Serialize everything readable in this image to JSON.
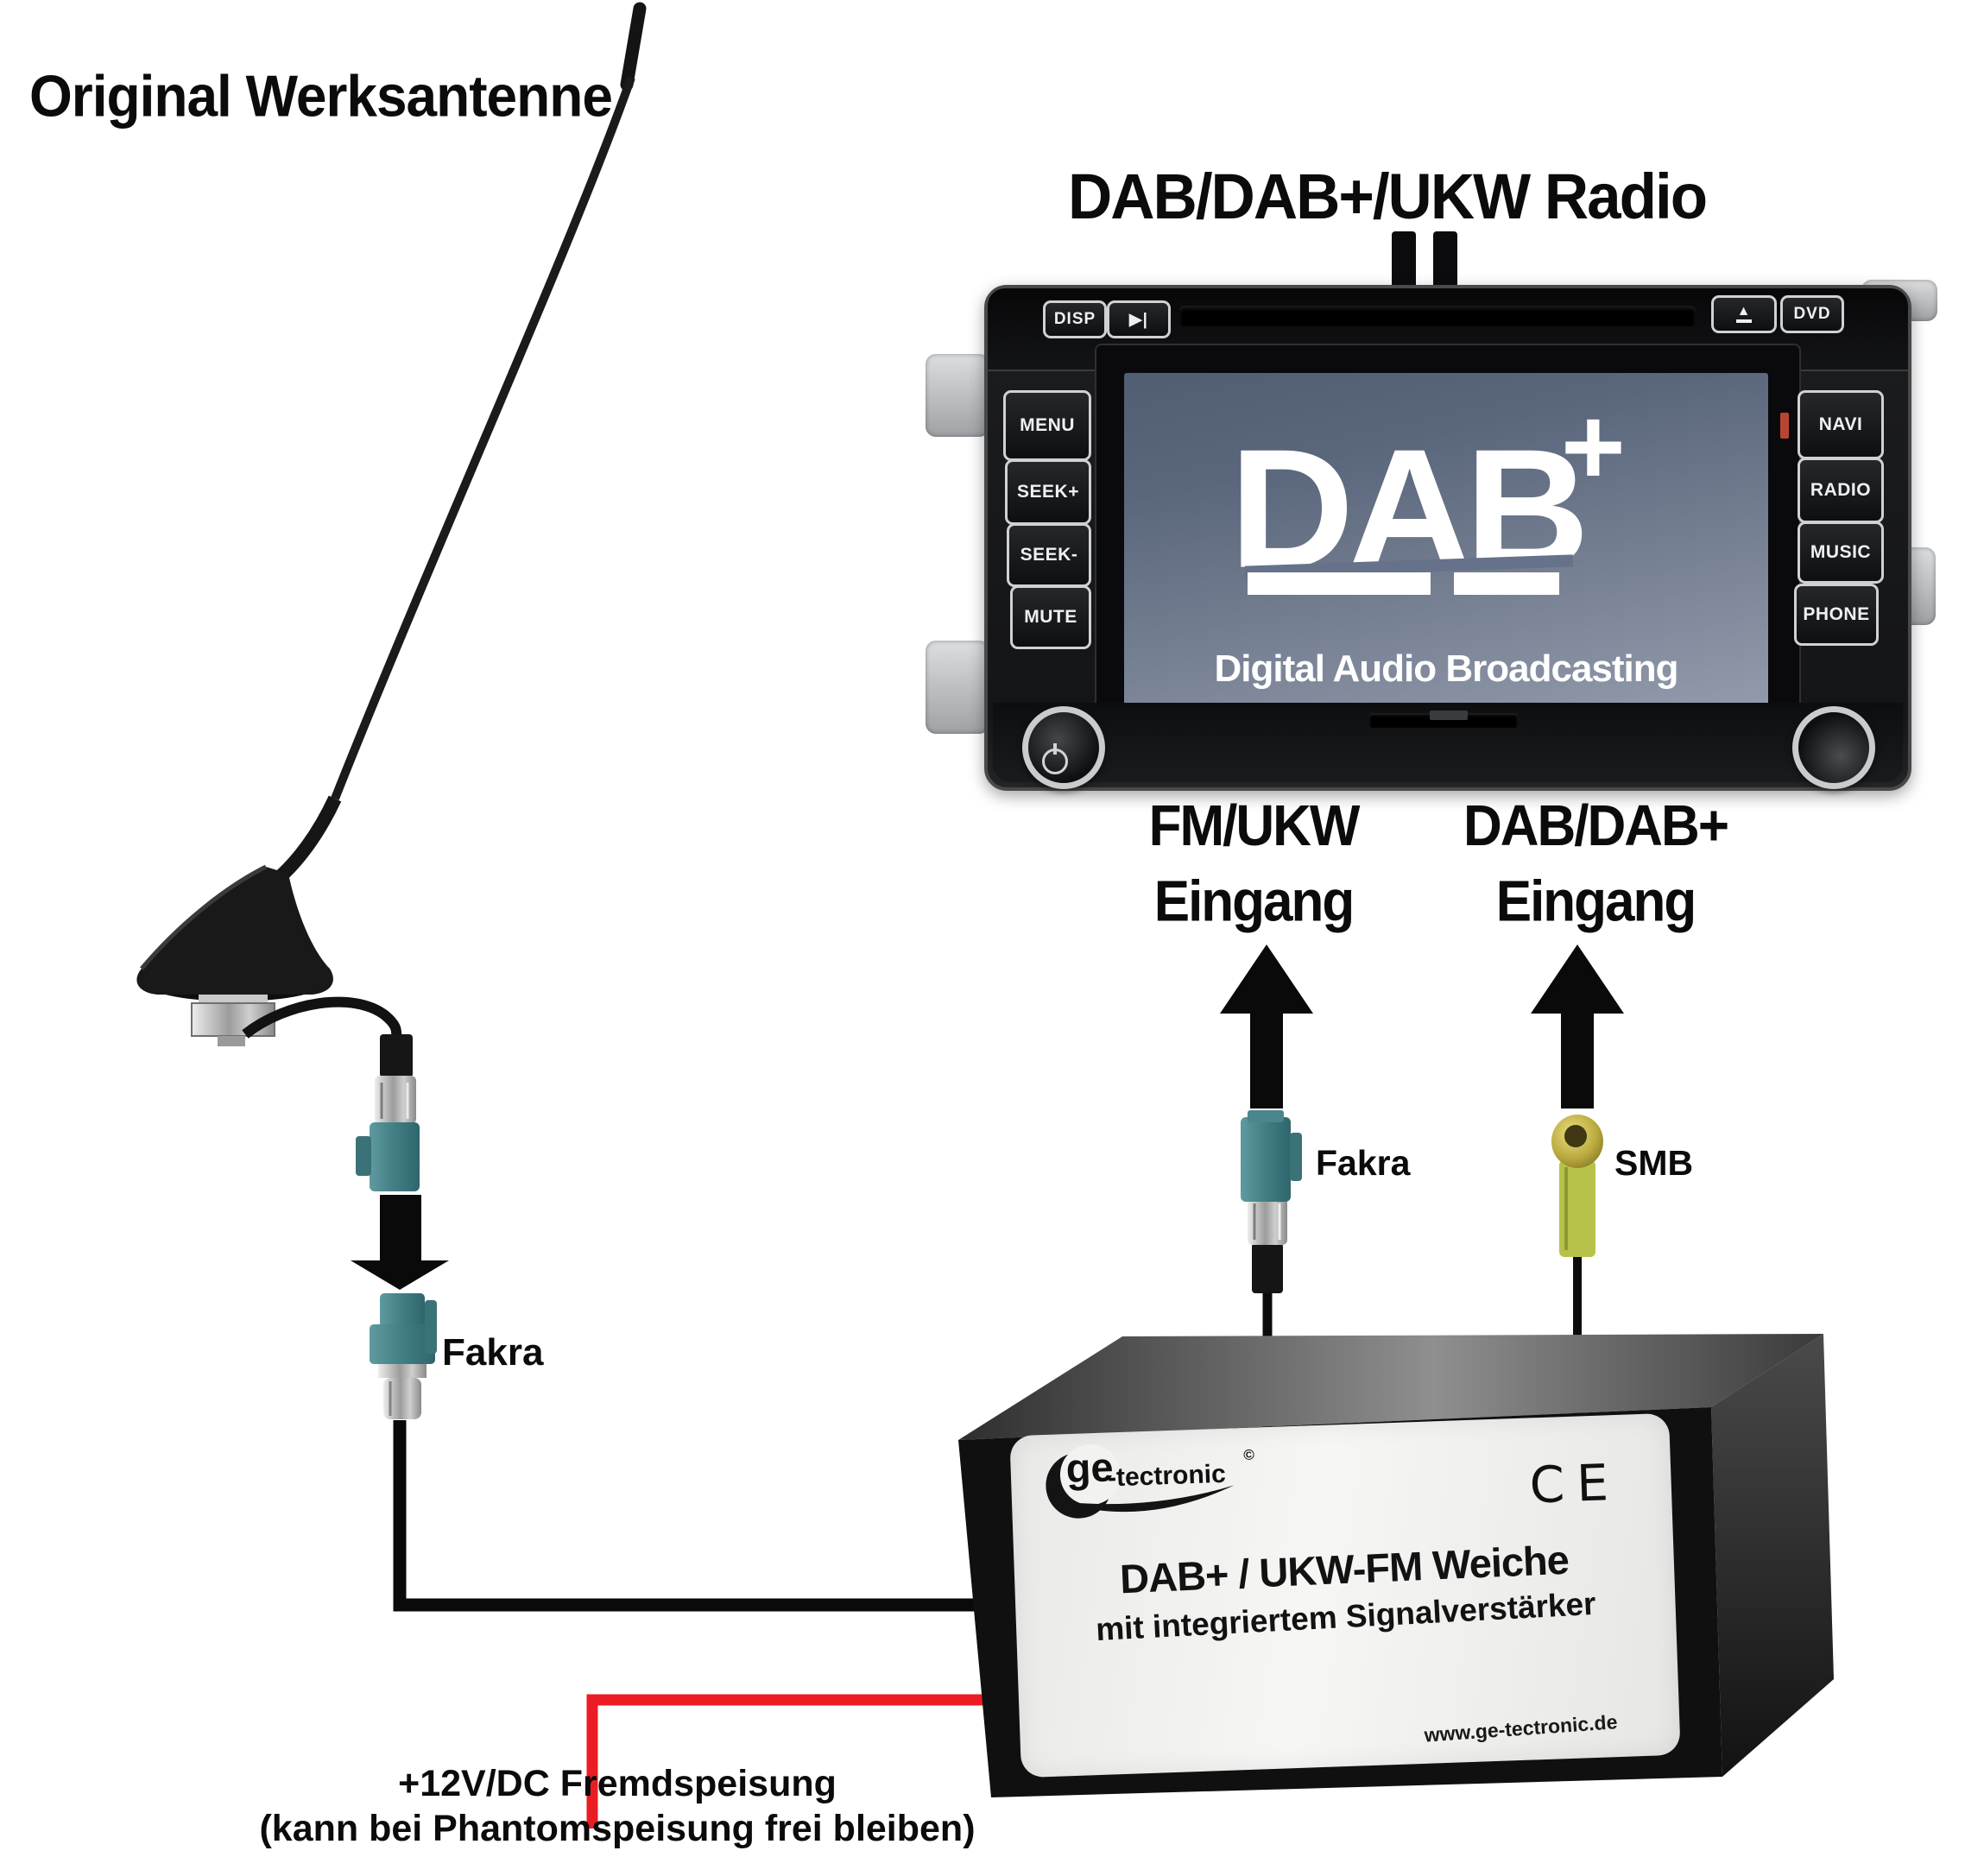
{
  "diagram_title_left": "Original Werksantenne",
  "radio": {
    "title": "DAB/DAB+/UKW Radio",
    "top_buttons": {
      "disp": "DISP",
      "play": "▶|",
      "eject": "▲",
      "dvd": "DVD"
    },
    "left_buttons": [
      "MENU",
      "SEEK+",
      "SEEK-",
      "MUTE"
    ],
    "right_buttons": [
      "NAVI",
      "RADIO",
      "MUSIC",
      "PHONE"
    ],
    "screen": {
      "logo": "DAB",
      "plus": "+",
      "subtitle": "Digital Audio Broadcasting"
    }
  },
  "inputs": {
    "fm": {
      "line1": "FM/UKW",
      "line2": "Eingang"
    },
    "dab": {
      "line1": "DAB/DAB+",
      "line2": "Eingang"
    }
  },
  "connectors": {
    "fakra_antenna": "Fakra",
    "fakra_radio": "Fakra",
    "smb": "SMB"
  },
  "splitter": {
    "brand_ge": "ge",
    "brand_rest": "-tectronic",
    "brand_mark": "©",
    "ce_mark": "CE",
    "name_line1": "DAB+ / UKW-FM Weiche",
    "name_line2": "mit integriertem Signalverstärker",
    "website": "www.ge-tectronic.de"
  },
  "power_note": {
    "line1": "+12V/DC Fremdspeisung",
    "line2": "(kann bei Phantomspeisung frei bleiben)"
  },
  "colors": {
    "wire_red": "#ec1c24",
    "fakra_teal": "#47838a",
    "smb_gold": "#b8a83e",
    "smb_body": "#b7c24b",
    "screen_top": "#5a667c",
    "screen_bottom": "#97a0b0",
    "arrow_black": "#0a0a0a"
  }
}
